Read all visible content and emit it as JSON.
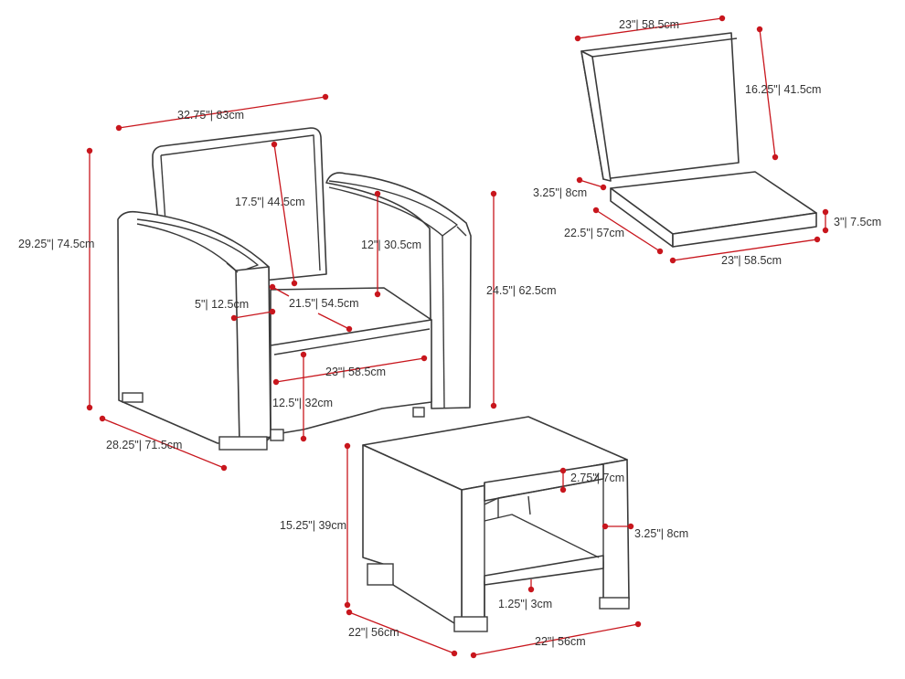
{
  "colors": {
    "dimension": "#c8161d",
    "outline": "#3a3a3a",
    "text": "#333333",
    "background": "#ffffff"
  },
  "chair": {
    "width": "32.75\"| 83cm",
    "height": "29.25\"| 74.5cm",
    "depth": "28.25\"| 71.5cm",
    "back_height": "17.5\"| 44.5cm",
    "arm_height_above_seat": "12\"| 30.5cm",
    "arm_height": "24.5\"| 62.5cm",
    "arm_width": "5\"| 12.5cm",
    "seat_depth": "21.5\"| 54.5cm",
    "seat_width": "23\"| 58.5cm",
    "seat_height": "12.5\"| 32cm"
  },
  "cushions": {
    "back_width": "23\"| 58.5cm",
    "back_height": "16.25\"| 41.5cm",
    "back_thickness": "3.25\"| 8cm",
    "seat_thickness": "3\"| 7.5cm",
    "seat_depth": "22.5\"| 57cm",
    "seat_width": "23\"| 58.5cm"
  },
  "table": {
    "height": "15.25\"| 39cm",
    "depth": "22\"| 56cm",
    "width": "22\"| 56cm",
    "apron_height": "2.75\"| 7cm",
    "leg_width": "3.25\"| 8cm",
    "shelf_thickness": "1.25\"| 3cm"
  }
}
